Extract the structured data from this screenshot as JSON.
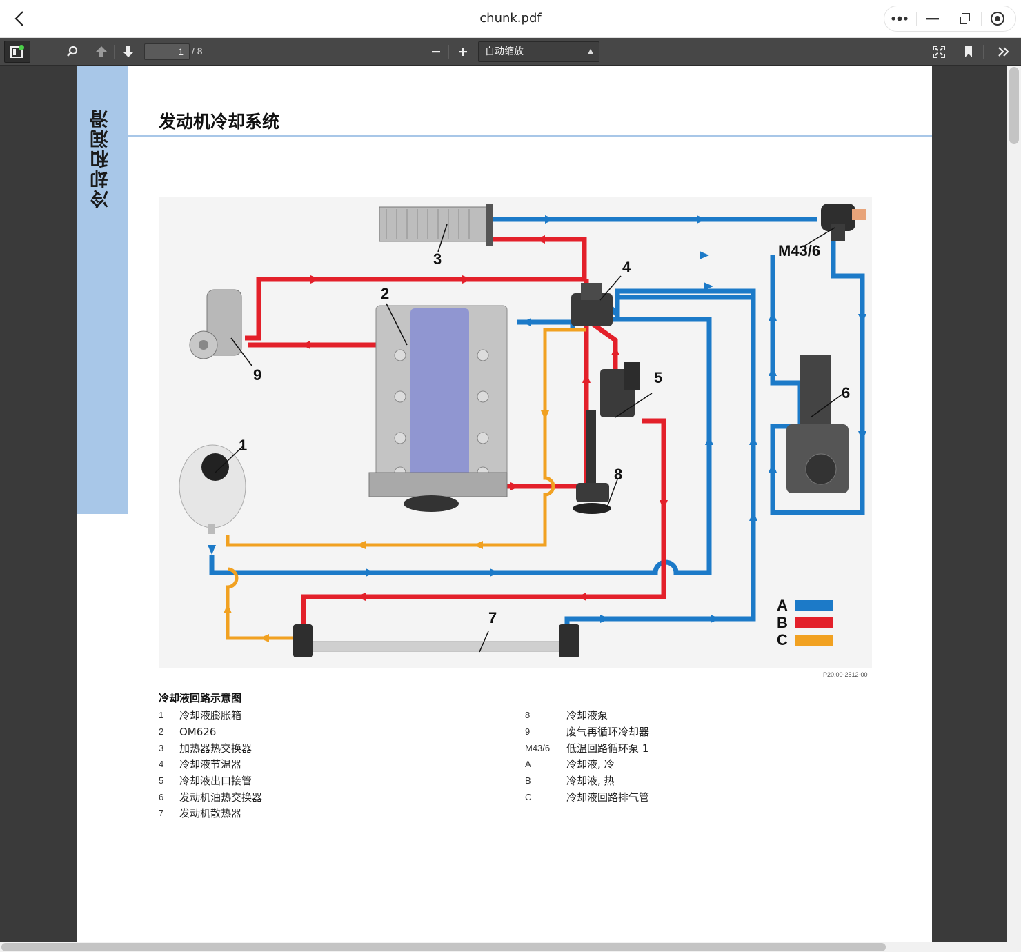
{
  "app": {
    "title": "chunk.pdf"
  },
  "toolbar": {
    "page_current": "1",
    "page_total": "/ 8",
    "zoom_label": "自动缩放"
  },
  "page": {
    "side_tab": "冷却和润滑",
    "heading": "发动机冷却系统",
    "figure_code": "P20.00-2512-00",
    "caption": "冷却液回路示意图",
    "diagram_labels": {
      "l1": "1",
      "l2": "2",
      "l3": "3",
      "l4": "4",
      "l5": "5",
      "l6": "6",
      "l7": "7",
      "l8": "8",
      "l9": "9",
      "m43": "M43/6",
      "a": "A",
      "b": "B",
      "c": "C"
    },
    "legend_colors": {
      "A": "#1c7ac8",
      "B": "#e3202a",
      "C": "#f1a121"
    },
    "legend_left": [
      {
        "num": "1",
        "text": "冷却液膨胀箱"
      },
      {
        "num": "2",
        "text": "OM626"
      },
      {
        "num": "3",
        "text": "加热器热交换器"
      },
      {
        "num": "4",
        "text": "冷却液节温器"
      },
      {
        "num": "5",
        "text": "冷却液出口接管"
      },
      {
        "num": "6",
        "text": "发动机油热交换器"
      },
      {
        "num": "7",
        "text": "发动机散热器"
      }
    ],
    "legend_right": [
      {
        "num": "8",
        "text": "冷却液泵"
      },
      {
        "num": "9",
        "text": "废气再循环冷却器"
      },
      {
        "num": "M43/6",
        "text": "低温回路循环泵 1"
      },
      {
        "num": "A",
        "text": "冷却液, 冷"
      },
      {
        "num": "B",
        "text": "冷却液, 热"
      },
      {
        "num": "C",
        "text": "冷却液回路排气管"
      }
    ]
  }
}
